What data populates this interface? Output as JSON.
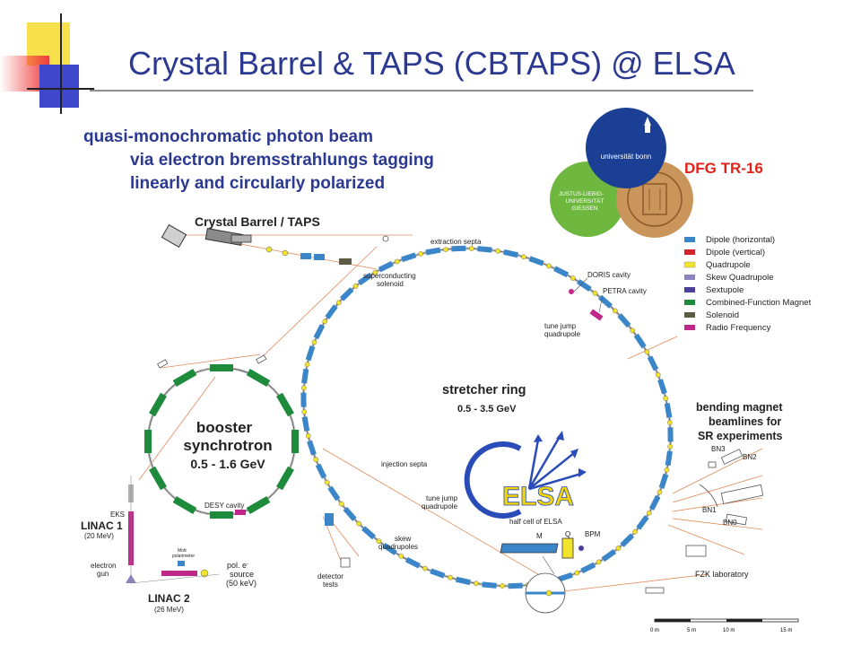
{
  "slide": {
    "title": "Crystal Barrel & TAPS (CBTAPS) @ ELSA",
    "features": [
      "quasi-monochromatic photon beam",
      "via electron bremsstrahlungs tagging",
      "linearly and circularly polarized"
    ]
  },
  "logos": {
    "bonn": "universität bonn",
    "giessen_lines": [
      "JUSTUS-LIEBIG-",
      "UNIVERSITÄT",
      "GIESSEN"
    ],
    "dfg": "DFG TR-16"
  },
  "legend": [
    {
      "label": "Dipole (horizontal)",
      "color": "#3a86c8"
    },
    {
      "label": "Dipole (vertical)",
      "color": "#d2232a"
    },
    {
      "label": "Quadrupole",
      "color": "#f2e32b"
    },
    {
      "label": "Skew Quadrupole",
      "color": "#8c83c0"
    },
    {
      "label": "Sextupole",
      "color": "#4a3f9a"
    },
    {
      "label": "Combined-Function Magnet",
      "color": "#1e8a3c"
    },
    {
      "label": "Solenoid",
      "color": "#5c5c45"
    },
    {
      "label": "Radio Frequency",
      "color": "#c0278a"
    }
  ],
  "labels": {
    "crystal": "Crystal",
    "barrel_sep": "Barrel / ",
    "taps": "TAPS",
    "extraction_septa": "extraction septa",
    "superconducting_1": "superconducting",
    "superconducting_2": "solenoid",
    "doris": "DORIS cavity",
    "petra": "PETRA cavity",
    "tune_jump_1": "tune jump",
    "tune_jump_2": "quadrupole",
    "stretcher_ring": "stretcher ring",
    "stretcher_energy": "0.5 - 3.5 GeV",
    "booster_1": "booster",
    "booster_2": "synchrotron",
    "booster_energy": "0.5 - 1.6 GeV",
    "desy": "DESY cavity",
    "injection_septa": "injection septa",
    "tune_jump2_1": "tune jump",
    "tune_jump2_2": "quadrupole",
    "skew_1": "skew",
    "skew_2": "quadrupoles",
    "bending_1": "bending magnet",
    "bending_2": "beamlines for",
    "bending_3": "SR experiments",
    "bn3": "BN3",
    "bn2": "BN2",
    "bn1": "BN1",
    "bn0": "BN0",
    "fzk": "FZK laboratory",
    "elsa": "ELSA",
    "half_cell": "half cell of ELSA",
    "m": "M",
    "q": "Q",
    "bpm": "BPM",
    "eks": "EKS",
    "linac1": "LINAC 1",
    "linac1_energy": "(20 MeV)",
    "electron_gun_1": "electron",
    "electron_gun_2": "gun",
    "mott_1": "Mott",
    "mott_2": "polarimeter",
    "pol_1": "pol. e",
    "pol_sup": "-",
    "pol_2": "source",
    "pol_3": "(50 keV)",
    "linac2": "LINAC 2",
    "linac2_energy": "(26 MeV)",
    "detector_1": "detector",
    "detector_2": "tests"
  },
  "scale": {
    "ticks": [
      "0 m",
      "5 m",
      "10 m",
      "15 m"
    ]
  },
  "colors": {
    "title": "#2b3990",
    "dipole": "#3a86c8",
    "quad": "#f2e32b",
    "cfm": "#1e8a3c",
    "rf": "#c0278a",
    "dfg": "#e3231b",
    "bonn": "#1b3f94",
    "giessen": "#6fb83f",
    "seal": "#c9955a"
  }
}
